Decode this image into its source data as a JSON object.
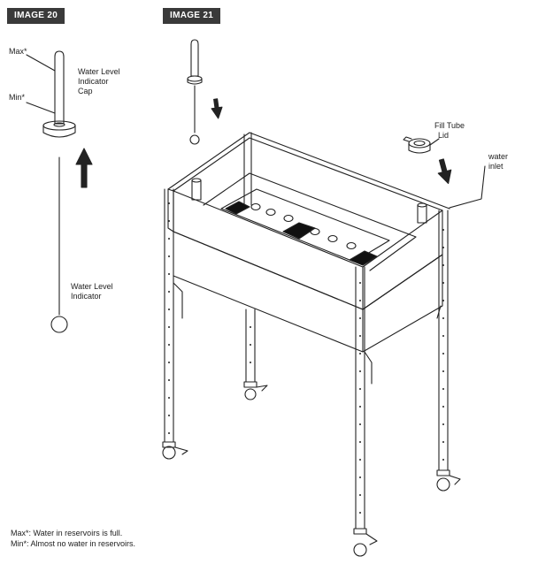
{
  "badges": {
    "image20": "IMAGE 20",
    "image21": "IMAGE 21"
  },
  "labels": {
    "max": "Max*",
    "min": "Min*",
    "cap_1": "Water Level",
    "cap_2": "Indicator",
    "cap_3": "Cap",
    "indicator_1": "Water Level",
    "indicator_2": "Indicator",
    "lid_1": "Fill Tube",
    "lid_2": "Lid",
    "inlet_1": "water",
    "inlet_2": "inlet"
  },
  "notes": {
    "max_note": "Max*: Water in reservoirs is full.",
    "min_note": "Min*: Almost no water in reservoirs."
  }
}
